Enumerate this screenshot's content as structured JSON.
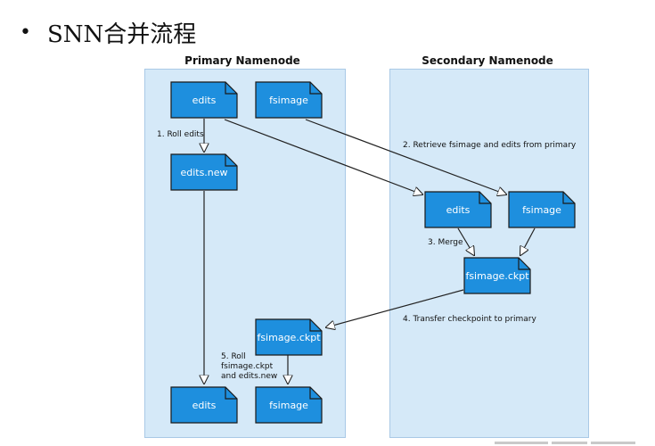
{
  "slide": {
    "bullet": "•",
    "title": "SNN合并流程"
  },
  "panels": {
    "primary": {
      "title": "Primary Namenode"
    },
    "secondary": {
      "title": "Secondary Namenode"
    }
  },
  "nodes": {
    "p_edits": "edits",
    "p_fsimage": "fsimage",
    "p_edits_new": "edits.new",
    "p_fsimage_ckpt": "fsimage.ckpt",
    "p_edits_final": "edits",
    "p_fsimage_final": "fsimage",
    "s_edits": "edits",
    "s_fsimage": "fsimage",
    "s_fsimage_ckpt": "fsimage.ckpt"
  },
  "steps": {
    "step1": "1. Roll edits",
    "step2": "2. Retrieve fsimage and edits from primary",
    "step3": "3. Merge",
    "step4": "4. Transfer checkpoint to primary",
    "step5_line1": "5. Roll",
    "step5_line2": "fsimage.ckpt",
    "step5_line3": "and edits.new"
  },
  "colors": {
    "doc_fill": "#1e8fde",
    "doc_stroke": "#1a1a1a",
    "panel_bg": "#d5e9f8"
  }
}
